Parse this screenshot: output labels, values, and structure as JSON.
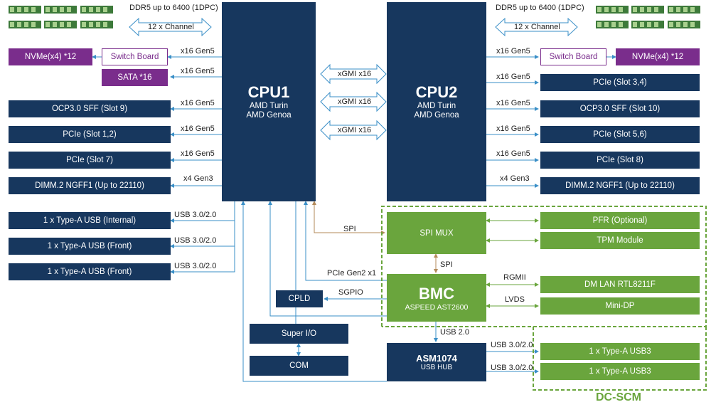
{
  "memory": {
    "left_label": "DDR5 up to 6400 (1DPC)",
    "left_channel": "12 x Channel",
    "right_label": "DDR5 up to 6400 (1DPC)",
    "right_channel": "12 x Channel"
  },
  "cpu1": {
    "title": "CPU1",
    "line1": "AMD Turin",
    "line2": "AMD Genoa"
  },
  "cpu2": {
    "title": "CPU2",
    "line1": "AMD Turin",
    "line2": "AMD Genoa"
  },
  "xgmi": [
    "xGMI x16",
    "xGMI x16",
    "xGMI x16"
  ],
  "left": {
    "nvme": "NVMe(x4) *12",
    "switch": "Switch Board",
    "sata": "SATA *16",
    "ocp": "OCP3.0 SFF (Slot 9)",
    "pcie12": "PCIe (Slot 1,2)",
    "pcie7": "PCIe (Slot 7)",
    "dimm2": "DIMM.2 NGFF1 (Up to 22110)",
    "usb_internal": "1 x Type-A USB (Internal)",
    "usb_front1": "1 x Type-A USB (Front)",
    "usb_front2": "1 x Type-A USB (Front)",
    "link_x16": "x16 Gen5",
    "link_x4": "x4 Gen3",
    "link_usb": "USB 3.0/2.0"
  },
  "right": {
    "nvme": "NVMe(x4) *12",
    "switch": "Switch Board",
    "pcie34": "PCIe (Slot 3,4)",
    "ocp": "OCP3.0 SFF (Slot 10)",
    "pcie56": "PCIe (Slot 5,6)",
    "pcie8": "PCIe (Slot 8)",
    "dimm2": "DIMM.2 NGFF1 (Up to 22110)",
    "link_x16": "x16 Gen5",
    "link_x4": "x4 Gen3"
  },
  "center": {
    "spi": "SPI",
    "spi_mux": "SPI MUX",
    "spi2": "SPI",
    "pcie_gen2": "PCIe Gen2 x1",
    "sgpio": "SGPIO",
    "cpld": "CPLD",
    "superio": "Super I/O",
    "com": "COM",
    "bmc_title": "BMC",
    "bmc_sub": "ASPEED AST2600",
    "usb20": "USB 2.0",
    "asm_title": "ASM1074",
    "asm_sub": "USB HUB"
  },
  "dcscm": {
    "pfr": "PFR (Optional)",
    "tpm": "TPM Module",
    "rgmii": "RGMII",
    "lan": "DM LAN RTL8211F",
    "lvds": "LVDS",
    "minidp": "Mini-DP",
    "usb_link1": "USB 3.0/2.0",
    "usb_link2": "USB 3.0/2.0",
    "usb3a": "1 x Type-A USB3",
    "usb3b": "1 x Type-A USB3",
    "label": "DC-SCM"
  },
  "colors": {
    "navy": "#17375e",
    "purple": "#7a2d8c",
    "green": "#6aa53d",
    "line": "#3a8fc7"
  }
}
